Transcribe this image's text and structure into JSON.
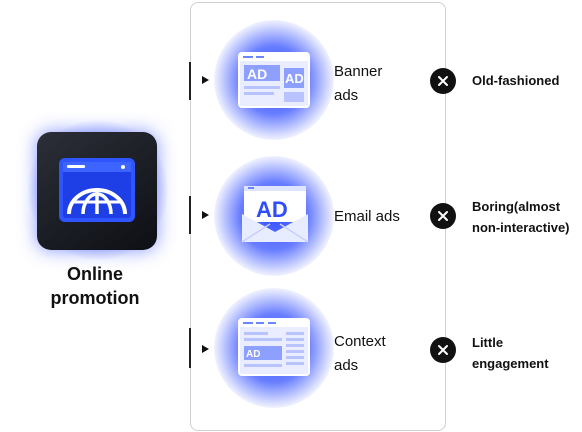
{
  "hero": {
    "label_line1": "Online",
    "label_line2": "promotion",
    "icon": "browser-globe-icon"
  },
  "rows": [
    {
      "icon": "banner-ad-icon",
      "icon_text_1": "AD",
      "icon_text_2": "AD",
      "label_line1": "Banner",
      "label_line2": "ads",
      "note_line1": "Old-fashioned",
      "note_line2": ""
    },
    {
      "icon": "email-ad-icon",
      "icon_text_1": "AD",
      "label_line1": "Email ads",
      "label_line2": "",
      "note_line1": "Boring(almost",
      "note_line2": "non-interactive)"
    },
    {
      "icon": "context-ad-icon",
      "icon_text_1": "AD",
      "label_line1": "Context",
      "label_line2": "ads",
      "note_line1": "Little",
      "note_line2": "engagement"
    }
  ],
  "colors": {
    "accent": "#2f4dff",
    "glow": "#2846ff",
    "dark": "#111111"
  }
}
